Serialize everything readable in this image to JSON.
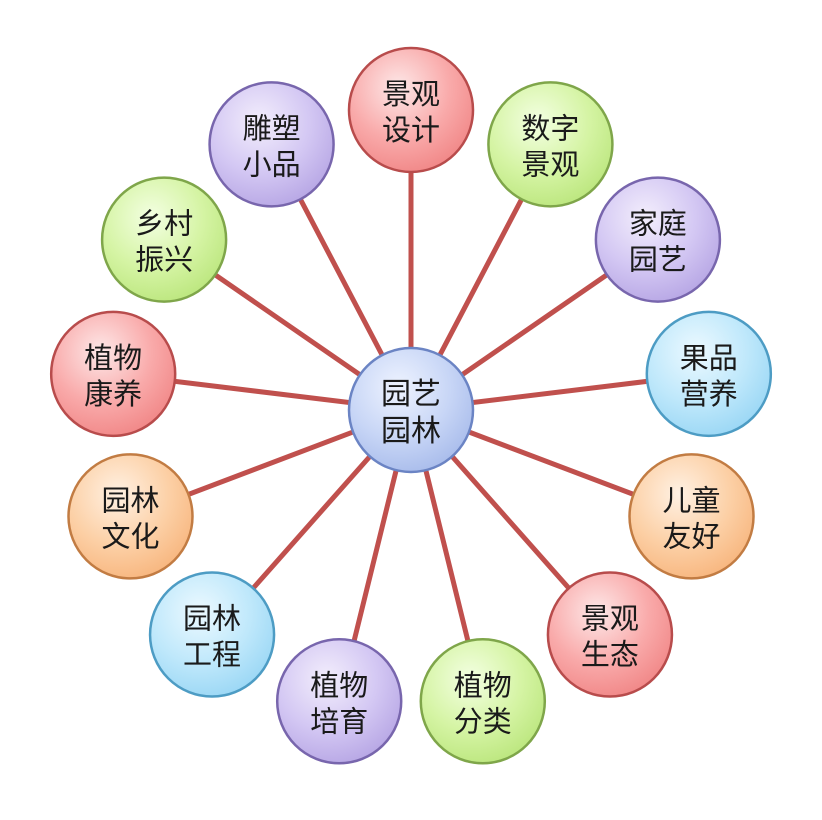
{
  "center": {
    "line1": "园艺",
    "line2": "园林",
    "color": "blue"
  },
  "spoke_color": "#c0504d",
  "palette": {
    "red": {
      "light": "#fde8e8",
      "mid": "#f9aaaa",
      "dark": "#f08383",
      "stroke": "#b84c4c"
    },
    "green": {
      "light": "#f3ffe2",
      "mid": "#d5f4a4",
      "dark": "#b9e57a",
      "stroke": "#7fa64a"
    },
    "purple": {
      "light": "#f3eefc",
      "mid": "#d3c7f3",
      "dark": "#b4a3e3",
      "stroke": "#7866ad"
    },
    "cyan": {
      "light": "#ecf9ff",
      "mid": "#bfe8fb",
      "dark": "#96d5f4",
      "stroke": "#4d9cc4"
    },
    "orange": {
      "light": "#fff1e3",
      "mid": "#fcd0a6",
      "dark": "#f7b37a",
      "stroke": "#c27c43"
    },
    "blue": {
      "light": "#eef3ff",
      "mid": "#c8d6f6",
      "dark": "#a5b9ea",
      "stroke": "#6b84c4"
    }
  },
  "nodes": [
    {
      "id": "landscape-design",
      "line1": "景观",
      "line2": "设计",
      "color": "red"
    },
    {
      "id": "digital-landscape",
      "line1": "数字",
      "line2": "景观",
      "color": "green"
    },
    {
      "id": "home-gardening",
      "line1": "家庭",
      "line2": "园艺",
      "color": "purple"
    },
    {
      "id": "fruit-nutrition",
      "line1": "果品",
      "line2": "营养",
      "color": "cyan"
    },
    {
      "id": "child-friendly",
      "line1": "儿童",
      "line2": "友好",
      "color": "orange"
    },
    {
      "id": "landscape-ecology",
      "line1": "景观",
      "line2": "生态",
      "color": "red"
    },
    {
      "id": "plant-taxonomy",
      "line1": "植物",
      "line2": "分类",
      "color": "green"
    },
    {
      "id": "plant-cultivation",
      "line1": "植物",
      "line2": "培育",
      "color": "purple"
    },
    {
      "id": "garden-engineering",
      "line1": "园林",
      "line2": "工程",
      "color": "cyan"
    },
    {
      "id": "garden-culture",
      "line1": "园林",
      "line2": "文化",
      "color": "orange"
    },
    {
      "id": "plant-wellness",
      "line1": "植物",
      "line2": "康养",
      "color": "red"
    },
    {
      "id": "rural-revival",
      "line1": "乡村",
      "line2": "振兴",
      "color": "green"
    },
    {
      "id": "sculpture-pieces",
      "line1": "雕塑",
      "line2": "小品",
      "color": "purple"
    }
  ]
}
